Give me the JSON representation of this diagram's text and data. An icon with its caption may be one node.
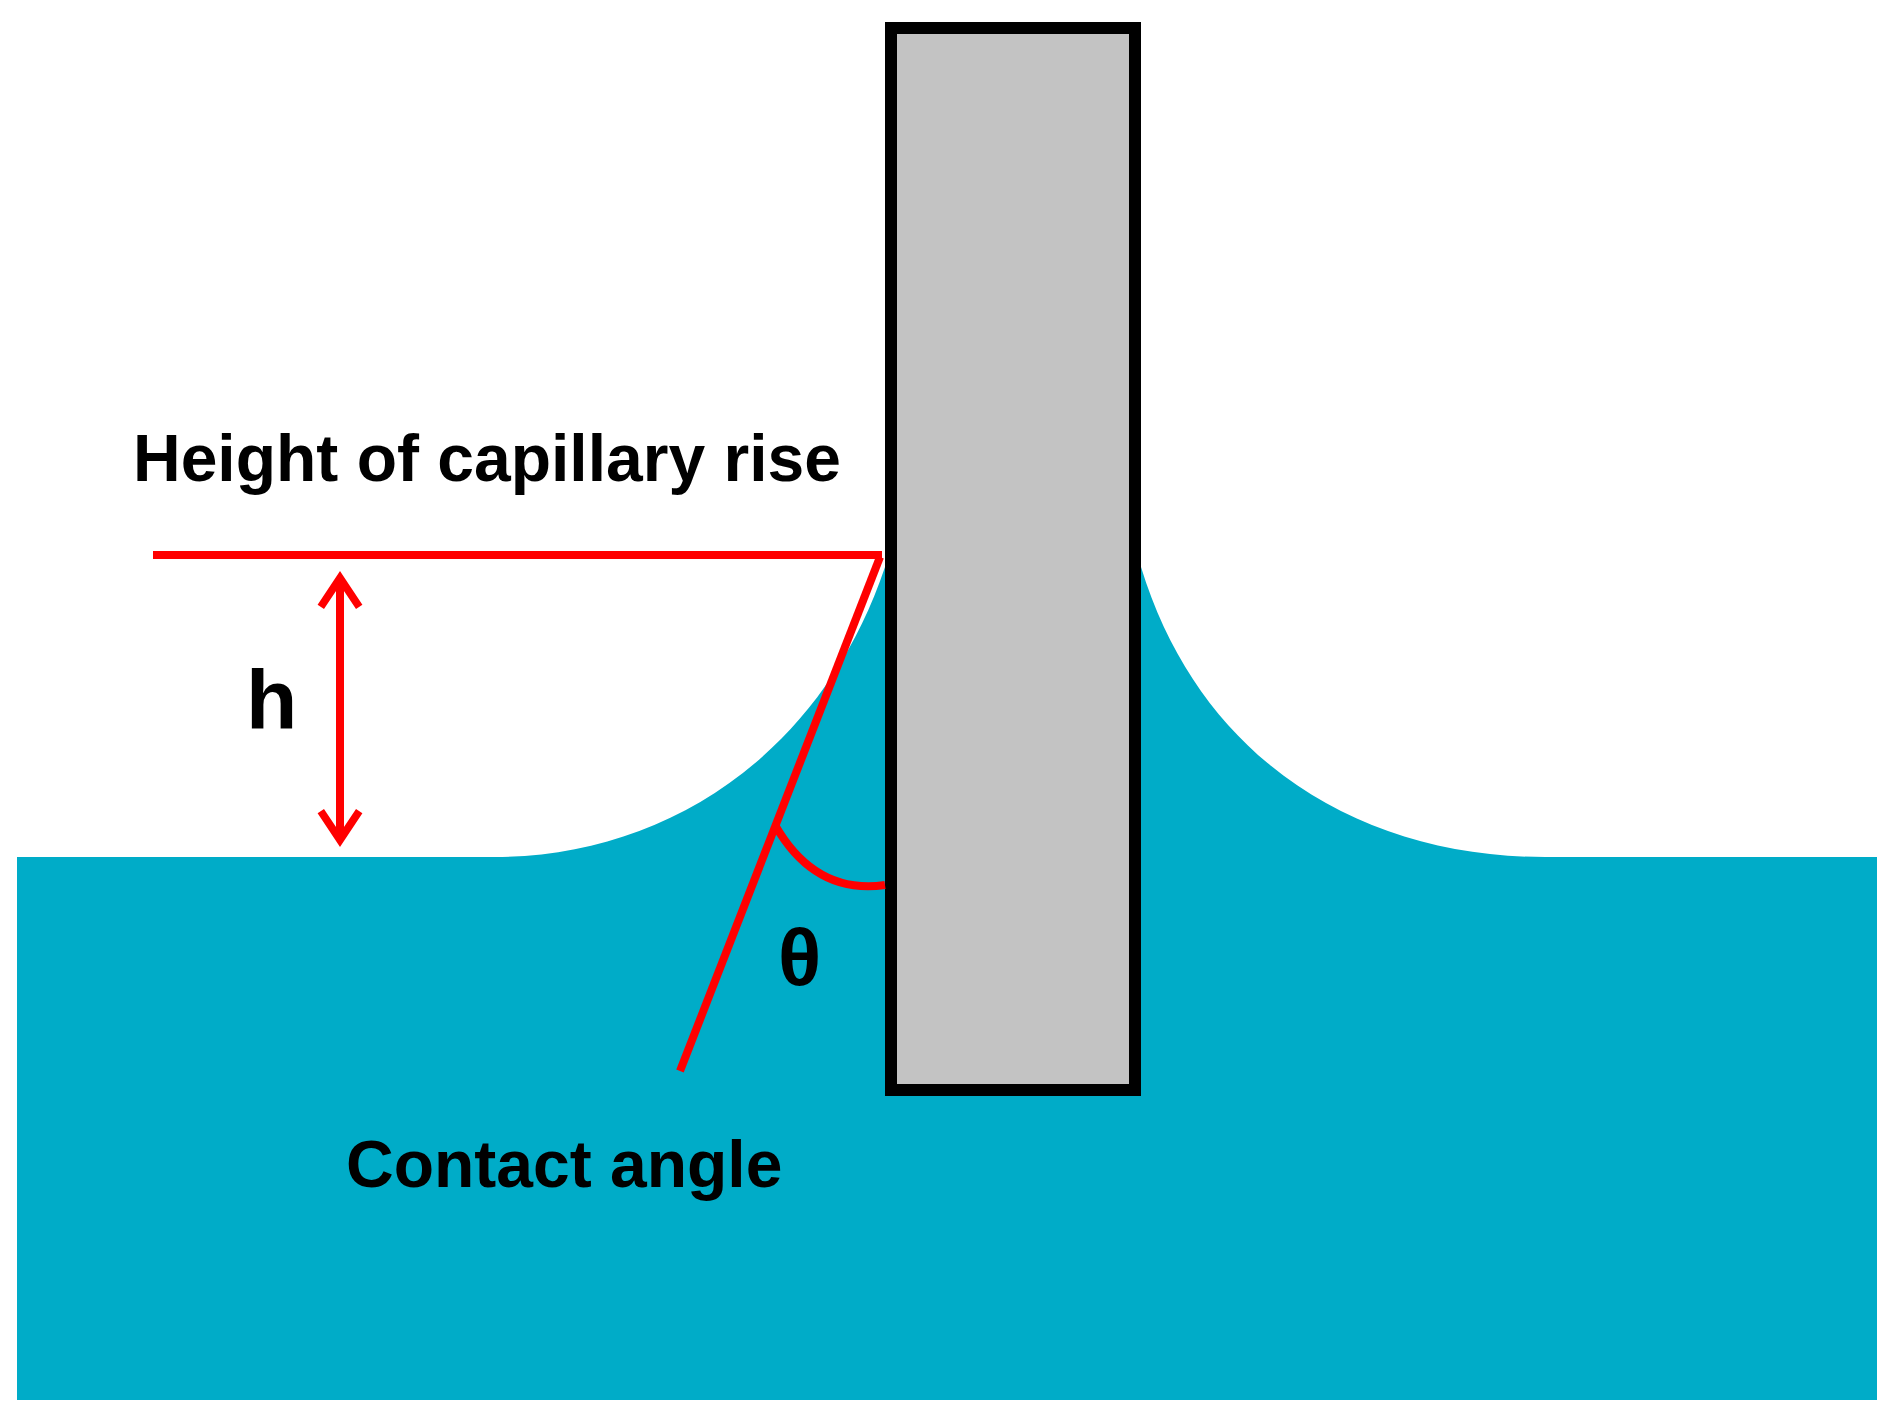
{
  "diagram": {
    "labels": [
      "Height of capillary rise",
      "h",
      "θ",
      "Contact angle"
    ]
  }
}
